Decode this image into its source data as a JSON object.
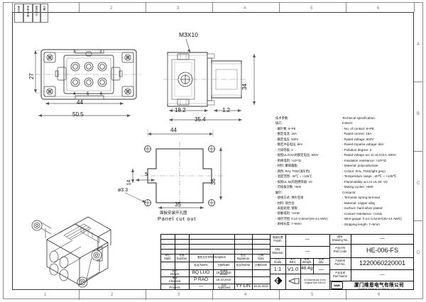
{
  "sheet": {
    "ruler_top": [
      "1",
      "2",
      "3",
      "4",
      "5",
      "6"
    ],
    "ruler_bottom": [
      "1",
      "2",
      "3",
      "4",
      "5",
      "6"
    ],
    "ruler_right": [
      "A",
      "B",
      "C",
      "D"
    ],
    "corner_boxes": [
      {
        "label_cn": "版本号",
        "label2": "审核/日期"
      },
      {
        "label_cn": "更改标记",
        "label2": "日期"
      }
    ]
  },
  "views": {
    "front": {
      "title": "",
      "dims": {
        "height_27": "27",
        "width_44": "44",
        "width_505": "50.5"
      },
      "contact_numbers": [
        "1",
        "3",
        "4",
        "5",
        "6"
      ]
    },
    "side": {
      "callout_screw": "M3X10",
      "dims": {
        "height_34": "34",
        "d_182": "18.2",
        "d_12": "1.2",
        "d_354": "35.4"
      }
    },
    "cutout": {
      "caption_cn": "面板安装开孔图",
      "caption_en": "Panel cut out",
      "dims": {
        "top_44": "44",
        "bottom_35": "35",
        "right_36": "36",
        "left_14": "14",
        "step_5": "5",
        "hole_dia": "ø3.3"
      }
    }
  },
  "spec_en": {
    "title": "Technical specification:",
    "section1": "Insters:",
    "items1": [
      "- No. of contact: 6+PE",
      "- Rated current: 16A",
      "- Rated voltage: 500V",
      "- Rated impulse voltage: 6kV",
      "- Pollution degree: 3",
      "- Rated voltage acc.to UL/CSA: 600V",
      "- Insulation resistance: >10¹⁰Ω",
      "- Material: polycarbonate",
      "- Colour: RAL 7032(light grey)",
      "- Temperature range: -40℃ ~ +125℃",
      "- Flammability acc.to UL 94: V0",
      "- Mating cycles: >500"
    ],
    "section2": "Contacts:",
    "items2": [
      "- Terminal: spring terminal",
      "- Material: copper alloy",
      "- Surface: hard-silver plated",
      "- Contact resistance: <1mΩ",
      "- Wire gauge: 0.14~2.5mm²(26~14 AWG)",
      "- Stripping length: 7~9mm"
    ]
  },
  "spec_cn": {
    "title": "技术参数:",
    "section1": "插芯:",
    "items1": [
      "- 触针数: 6+PE",
      "- 额定电流: 16A",
      "- 额定电压: 500V",
      "- 额定冲击电压: 6kV",
      "- 污染等级: 3",
      "- 按照UL/CSA的额定电压: 600V",
      "- 绝缘电阻: >10¹⁰Ω",
      "- 材料: 聚碳酸酯",
      "- 颜色: RAL 7032(浅灰色)",
      "- 温度范围: -40℃ ~ +125℃",
      "- 按照UL 94的阻燃等级: V0",
      "- 可插拔次数: >500"
    ],
    "section2": "触针:",
    "items2": [
      "- 接线方式: 弹片连接",
      "- 材料: 铜合金",
      "- 表面处理: 镀银",
      "- 接触电阻: <1mΩ",
      "- 线径范围: 0.14~2.5mm²(26~14 AWG)",
      "- 剥线长度: 7~9mm"
    ]
  },
  "title_block": {
    "rev_headers": {
      "mark_cn": "标记",
      "mark_en": "Mark",
      "number_cn": "处数",
      "number_en": "Number",
      "description_cn": "更改文件号",
      "description_en": "/Description",
      "signature_cn": "签名",
      "signature_en": "Signature",
      "date_cn": "日期",
      "date_en": "Date"
    },
    "sub_headers": {
      "name_cn": "姓名",
      "name_en": "/Name",
      "date_cn": "日期",
      "date_en": "/Date"
    },
    "rows": [
      {
        "role_cn": "设计",
        "role_en": "Drawn",
        "name": "BQ  LUO",
        "date": "18.10.2010"
      },
      {
        "role_cn": "审核",
        "role_en": "Checked",
        "name": "P  RAO",
        "date": "18.10.2010"
      },
      {
        "role_cn": "工艺",
        "role_en": "Process",
        "name": "—",
        "date": "—"
      }
    ],
    "right_rows": [
      {
        "role_cn": "标准化",
        "role_en": "Stand.",
        "name": "",
        "date": ""
      },
      {
        "role_cn": "批准",
        "role_en": "Approved",
        "name": "YY  LIN",
        "date": "18.10.2010"
      }
    ],
    "finish_cn": "表面处理",
    "finish_en": "Finish",
    "finish_val": "—",
    "material_cn": "材料",
    "material_en": "Material",
    "material_val": "—",
    "scale_cn": "比例",
    "scale_en": "Scale",
    "scale_val": "1:1",
    "rev_cn": "版本",
    "rev_en": "REV.",
    "rev_val": "V1.0",
    "weight_cn": "重量",
    "weight_en": "Weight",
    "weight_val": "48.4g",
    "qty_cn": "数量",
    "qty_en": "Qty.",
    "qty_val": "—",
    "note_line1": "All Dimensions in mm",
    "note_line2": "Original Size DIN A 4",
    "drawing_no_cn": "图号",
    "drawing_no_en": "Drawing No.",
    "drawing_no_val": "—",
    "part_code_cn": "产品代号",
    "part_code_en": "Part Code",
    "part_code_val": "HE-006-FS",
    "part_no_cn": "产品料号",
    "part_no_en": "Part No.",
    "part_no_val": "1220060220001",
    "part_name_cn": "产品名称",
    "part_name_en": "Part Name",
    "part_name_val": "—"
  },
  "company": {
    "logo_text": "WAIN",
    "name_cn": "厦门维恩电气有限公司",
    "name_en": "XIAMEN WAIN ELECTRICAL CO.,LTD"
  }
}
